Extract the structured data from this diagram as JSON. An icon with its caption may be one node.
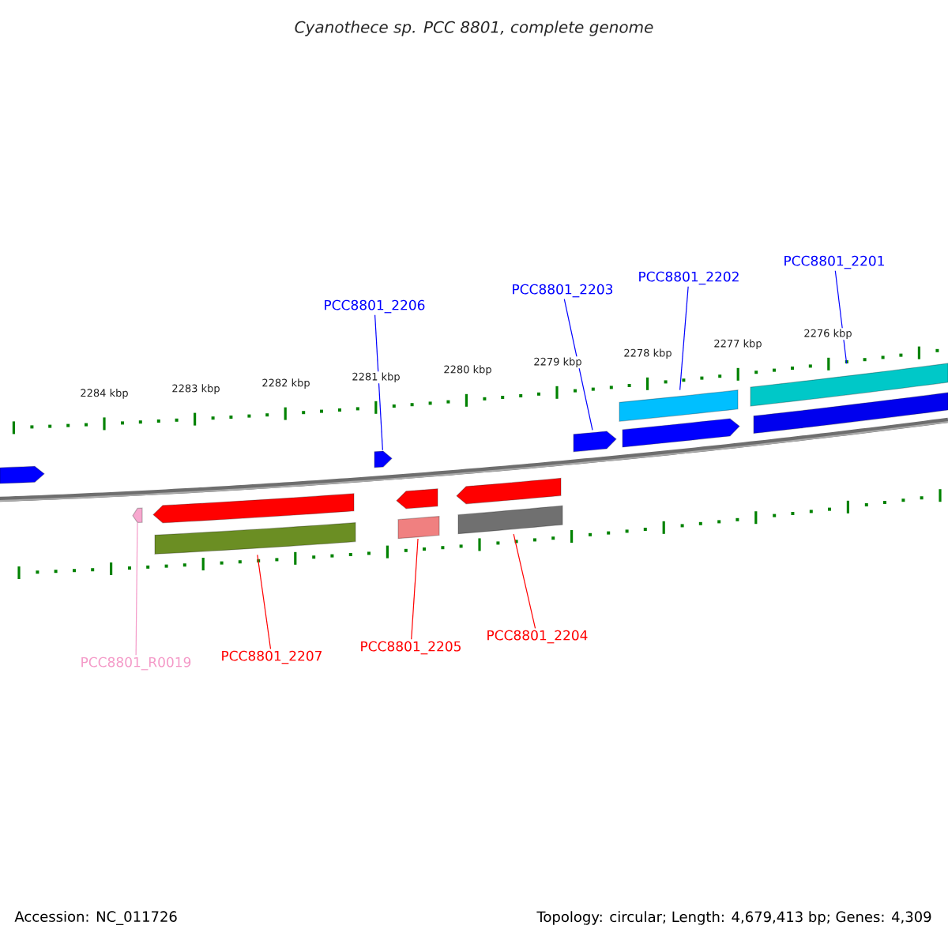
{
  "diagram": {
    "title": "Cyanothece sp. PCC 8801, complete genome",
    "nodes": [
      {
        "text": [
          "PCC8801_2201"
        ]
      },
      {
        "text": [
          "PCC8801_2202"
        ]
      },
      {
        "text": [
          "PCC8801_2203"
        ]
      },
      {
        "text": [
          "PCC8801_2206"
        ]
      },
      {
        "text": [
          "PCC8801_2204"
        ]
      },
      {
        "text": [
          "PCC8801_2205"
        ]
      },
      {
        "text": [
          "PCC8801_2207"
        ]
      },
      {
        "text": [
          "PCC8801_R0019"
        ]
      },
      {
        "text": [],
        "shape": "arrow"
      },
      {
        "text": [],
        "shape": "arrow"
      },
      {
        "text": [],
        "shape": "arrow"
      },
      {
        "text": [],
        "shape": "bar"
      },
      {
        "text": [],
        "shape": "arrow"
      },
      {
        "text": [],
        "shape": "arrow"
      },
      {
        "text": [],
        "shape": "bar"
      },
      {
        "text": [],
        "shape": "arrow"
      },
      {
        "text": [],
        "shape": "bar"
      },
      {
        "text": [],
        "shape": "arrow"
      },
      {
        "text": [],
        "shape": "bar"
      },
      {
        "text": [],
        "shape": "arrow"
      },
      {
        "text": [],
        "shape": "bar"
      },
      {
        "text": [],
        "shape": "bar"
      }
    ],
    "edges": [
      {
        "from": 0,
        "to": 20,
        "arrow": "none"
      },
      {
        "from": 1,
        "to": 18,
        "arrow": "none"
      },
      {
        "from": 2,
        "to": 17,
        "arrow": "none"
      },
      {
        "from": 3,
        "to": 12,
        "arrow": "none"
      },
      {
        "from": 4,
        "to": 16,
        "arrow": "none",
        "color": "#ff0000"
      },
      {
        "from": 5,
        "to": 14,
        "arrow": "none",
        "color": "#ff0000"
      },
      {
        "from": 6,
        "to": 11,
        "arrow": "none",
        "color": "#ff0000"
      },
      {
        "from": 7,
        "to": 9,
        "arrow": "none",
        "color": "#f49ac8"
      }
    ],
    "labels": [
      "2284 kbp",
      "2283 kbp",
      "2282 kbp",
      "2281 kbp",
      "2280 kbp",
      "2279 kbp",
      "2278 kbp",
      "2277 kbp",
      "2276 kbp",
      "Accession: NC_011726",
      "Topology: circular; Length: 4,679,413 bp; Genes: 4,309"
    ]
  }
}
